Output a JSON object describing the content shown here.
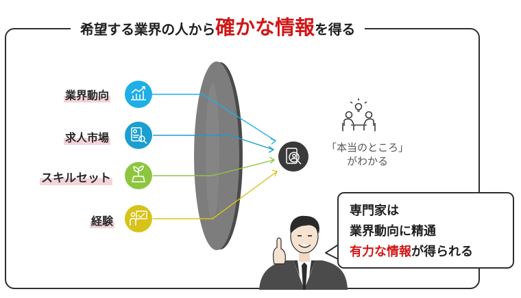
{
  "title": {
    "before": "希望する業界の人から",
    "highlight": "確かな情報",
    "after": "を得る"
  },
  "sources": [
    {
      "label": "業界動向",
      "icon": "rising-chart-icon",
      "color": "#1faee5"
    },
    {
      "label": "求人市場",
      "icon": "resume-search-icon",
      "color": "#1a9fd0"
    },
    {
      "label": "スキルセット",
      "icon": "skill-plant-icon",
      "color": "#8cc63f"
    },
    {
      "label": "経験",
      "icon": "presentation-icon",
      "color": "#d7c31a"
    }
  ],
  "hub": {
    "icon": "insight-search-icon",
    "line1": "「本当のところ」",
    "line2": "がわかる"
  },
  "meeting_icon": "meeting-idea-icon",
  "expert": {
    "icon": "businessman-pointing-icon",
    "bubble": {
      "line1": "専門家は",
      "line2": "業界動向に精通",
      "line3_highlight": "有力な情報",
      "line3_rest": "が得られる"
    }
  },
  "colors": {
    "accent_red": "#d11717",
    "lens_gray": "#7d7d7d",
    "hub_dark": "#3a3a3a",
    "label_highlight": "#f3d5d9"
  }
}
